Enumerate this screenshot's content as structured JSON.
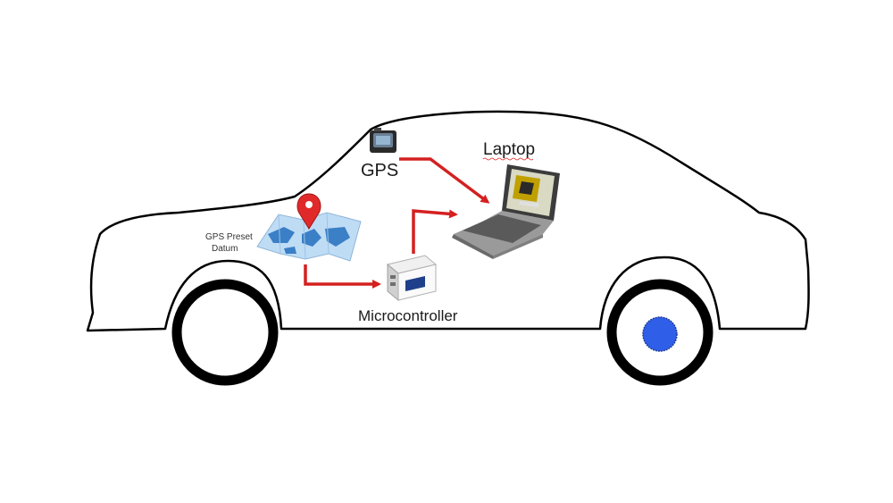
{
  "labels": {
    "gps": "GPS",
    "laptop": "Laptop",
    "microcontroller": "Microcontroller",
    "datum_line1": "GPS Preset",
    "datum_line2": "Datum"
  },
  "icons": {
    "gps_device": "gps-device-icon",
    "laptop": "laptop-icon",
    "map": "map-icon",
    "location_pin": "location-pin-icon",
    "microcontroller": "microcontroller-icon"
  },
  "colors": {
    "arrow": "#d42020",
    "pin": "#e02a2a",
    "wheel_hub": "#2f5fe8",
    "outline": "#000000",
    "map_land": "#3b7fc6",
    "map_sea": "#bfdcf5"
  }
}
